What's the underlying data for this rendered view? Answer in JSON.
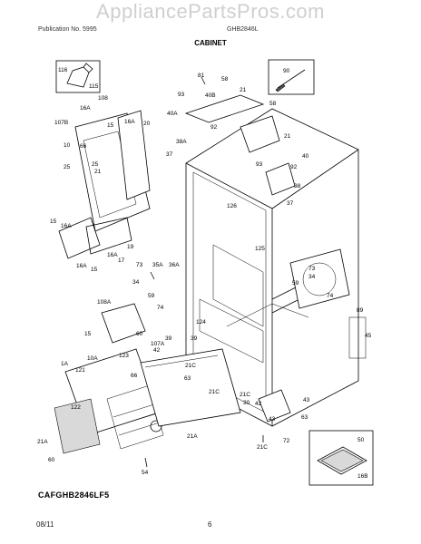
{
  "watermark": "AppliancePartsPros.com",
  "header": {
    "left": "Publication No. 5995",
    "right": "GHB2846L"
  },
  "section_title": "CABINET",
  "model_code": "CAFGHB2846LF5",
  "footer": {
    "date": "08/11",
    "page": "6"
  },
  "callouts": [
    "116",
    "115",
    "108",
    "107B",
    "16A",
    "15",
    "16A",
    "20",
    "10",
    "66",
    "25",
    "25",
    "21",
    "15",
    "16A",
    "19",
    "17",
    "16A",
    "15",
    "16A",
    "81",
    "58",
    "90",
    "93",
    "40B",
    "21",
    "58",
    "40A",
    "92",
    "38A",
    "37",
    "21",
    "93",
    "92",
    "40",
    "38",
    "37",
    "126",
    "125",
    "73",
    "35A",
    "36A",
    "34",
    "59",
    "74",
    "73",
    "34",
    "59",
    "74",
    "108A",
    "107A",
    "42",
    "39",
    "15",
    "60",
    "1A",
    "121",
    "122",
    "124",
    "10A",
    "89",
    "45",
    "39",
    "21C",
    "63",
    "21C",
    "43",
    "21C",
    "30",
    "42",
    "43",
    "63",
    "21C",
    "72",
    "21A",
    "21A",
    "60",
    "54",
    "50",
    "16B",
    "123",
    "66"
  ]
}
